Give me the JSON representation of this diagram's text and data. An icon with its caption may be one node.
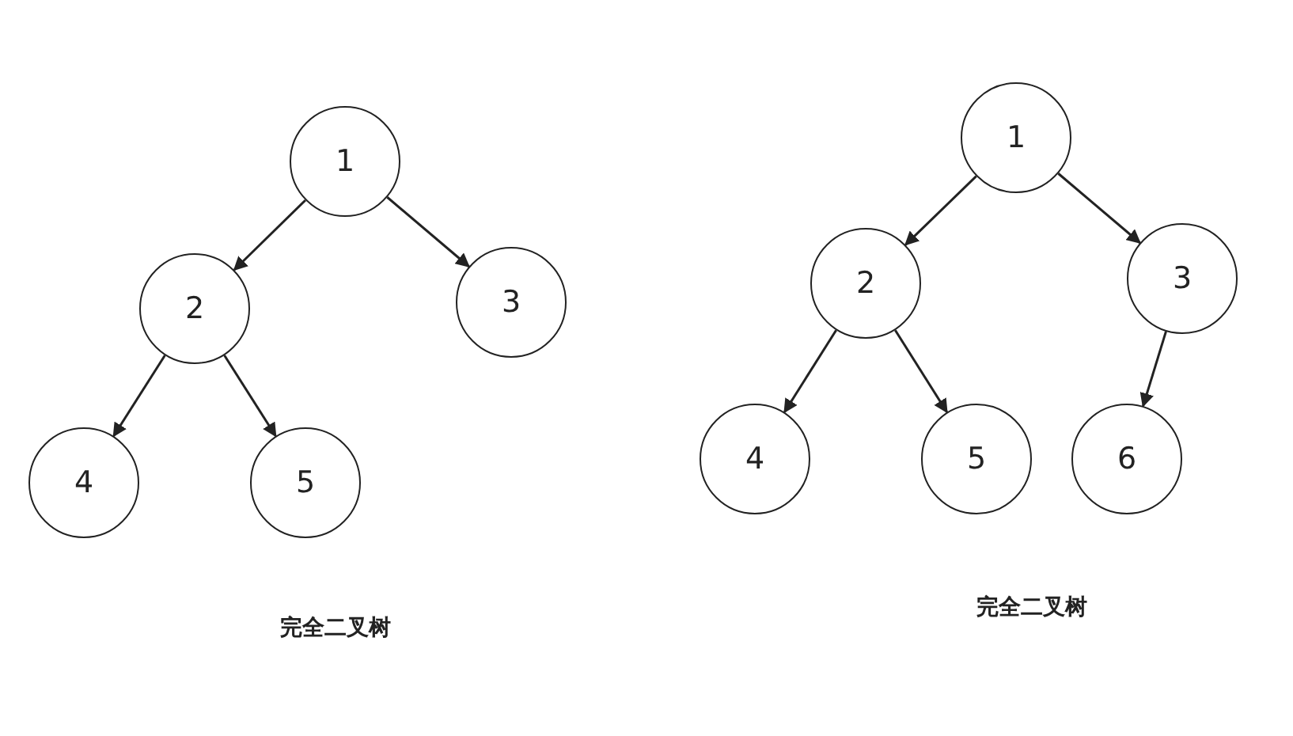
{
  "diagram": {
    "nodes": [
      {
        "text": [
          "1"
        ]
      },
      {
        "text": [
          "2"
        ]
      },
      {
        "text": [
          "3"
        ]
      },
      {
        "text": [
          "4"
        ]
      },
      {
        "text": [
          "5"
        ]
      },
      {
        "text": [
          "1"
        ]
      },
      {
        "text": [
          "2"
        ]
      },
      {
        "text": [
          "3"
        ]
      },
      {
        "text": [
          "4"
        ]
      },
      {
        "text": [
          "5"
        ]
      },
      {
        "text": [
          "6"
        ]
      }
    ],
    "edges": [
      {
        "from": 0,
        "to": 1,
        "arrow": "to"
      },
      {
        "from": 0,
        "to": 2,
        "arrow": "to"
      },
      {
        "from": 1,
        "to": 3,
        "arrow": "to"
      },
      {
        "from": 1,
        "to": 4,
        "arrow": "to"
      },
      {
        "from": 5,
        "to": 6,
        "arrow": "to"
      },
      {
        "from": 5,
        "to": 7,
        "arrow": "to"
      },
      {
        "from": 6,
        "to": 8,
        "arrow": "to"
      },
      {
        "from": 6,
        "to": 9,
        "arrow": "to"
      },
      {
        "from": 7,
        "to": 10,
        "arrow": "to"
      }
    ],
    "labels": [
      "完全二叉树",
      "完全二叉树"
    ]
  }
}
